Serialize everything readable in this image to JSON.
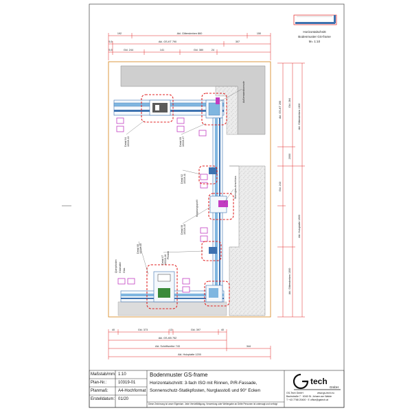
{
  "drawing": {
    "top_dims": {
      "row1": [
        "192",
        "Akl. Gitterstreben 860",
        "150"
      ],
      "row2": [
        "5,5",
        "Akl. GS-KT 790",
        "307"
      ],
      "row3": [
        "5,5",
        "Gkl. 244",
        "141",
        "Gkl. 380",
        "24"
      ]
    },
    "right_dims": {
      "outer": [
        "Akl. Gitterstreben 1300",
        "Akl. Holzplatte 1800"
      ],
      "mid": [
        "Gkl. 284",
        "2000"
      ],
      "inner": [
        "Akl. GS-KT 295",
        "Gkl. 243",
        "Akl. Gitterstreben 1300"
      ]
    },
    "bottom_dims": {
      "row1": [
        "40",
        "Gkl. 373",
        "13",
        "Gkl. 397",
        "40"
      ],
      "row2": [
        "Akl. GS-KB 752"
      ],
      "row3": [
        "Akl. Schriftsreibe 743",
        "344"
      ],
      "row4": [
        "Akl. Holzplatte 1200"
      ]
    },
    "callouts": {
      "detail_a": "Detail 04\n10319-13",
      "detail_b": "Detail 09\n10319-17",
      "detail_c": "Detail 02\n10319-11",
      "detail_d": "Detail 06\n10319-15",
      "detail_e": "Detail 07\n10319-16",
      "detail_f": "Detail 08\n10319-15",
      "wall_label": "Außenwandkonsole",
      "pane_label": "Glasfassade",
      "glass_label": "Glas",
      "pfosten_label": "Pfosten",
      "coupling": "Wohnglas-Anschluss",
      "bracket": "Kopplungsprofil"
    },
    "legend_labels": [
      "Querpfosten",
      "Glashalter",
      "Glas"
    ],
    "thumbnail": {
      "line1": "Horizontalschnitt",
      "line2": "Bodenmuster GS-frame",
      "line3": "M= 1:10"
    }
  },
  "title_block": {
    "labels": [
      "Maßstab/mm:",
      "Plan-Nr.:",
      "Planmaß:",
      "Erstelldatum:"
    ],
    "values": [
      "1:10",
      "10319-01",
      "A4-Hochformat",
      "01/20"
    ],
    "title": "Bodenmuster GS-frame",
    "lines": [
      "Horizontalschnitt: 3-fach ISO mit Rinnen, P/R-Fassade,",
      "Sonnenschutz-Statikpfosten, Nurglasstoß und 90° Ecken"
    ],
    "footer": "Diese Zeichnung ist unser Eigentum. Jede Vervielfältigung, Verwertung oder Weitergabe an Dritte Personen ist untersagt und verfolgt",
    "company": {
      "brand": "tech",
      "sub": "GmbH",
      "address": [
        "GS-Tech GmbH",
        "Bachstraße 7 · 6340 St. Johann am Walde",
        "T +43 7768 20400 · E office@gstech.at"
      ],
      "website": "www.gs-tech.eu"
    }
  },
  "colors": {
    "frame": "#d98f2c",
    "dim": "#e02020",
    "detail": "#e02020",
    "profile": "#3d72b0",
    "glass": "#7fb6e0",
    "bracket": "#c23cc2",
    "wall": "#c8c8c8"
  }
}
